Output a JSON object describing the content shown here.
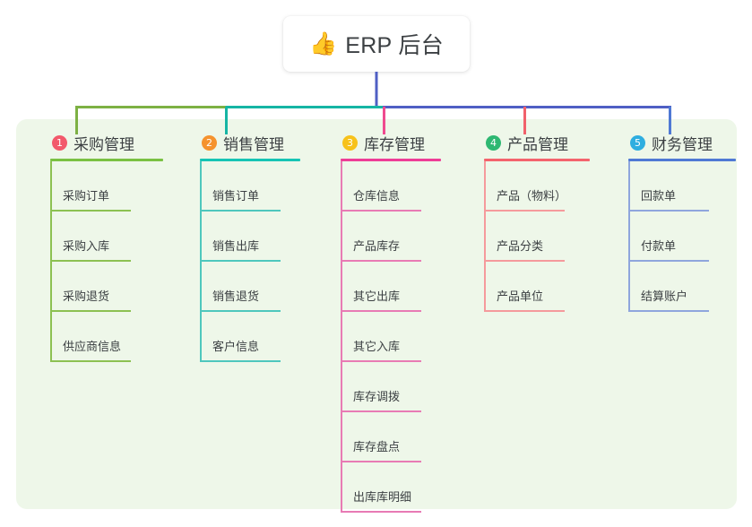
{
  "root": {
    "icon": "thumbs-up-emoji",
    "emoji": "👍",
    "title": "ERP 后台"
  },
  "palette": {
    "panel_bg": "#eef7e9",
    "page_bg": "#ffffff",
    "text": "#3c4043",
    "bus_green": "#7db143",
    "bus_teal": "#16b5a4",
    "bus_blue": "#4f5fc4",
    "drop_green": "#7db143",
    "drop_teal": "#16b5a4",
    "drop_pink": "#ef4a8f",
    "drop_red": "#f1616b",
    "drop_blue": "#4f79d4",
    "root_stem": "#4f5fc4"
  },
  "columns": [
    {
      "index": "1",
      "title": "采购管理",
      "badge_color": "#f2596b",
      "rule_color": "#7ac143",
      "line_color": "#8cc152",
      "leaves": [
        "采购订单",
        "采购入库",
        "采购退货",
        "供应商信息"
      ]
    },
    {
      "index": "2",
      "title": "销售管理",
      "badge_color": "#f5932e",
      "rule_color": "#16c4b4",
      "line_color": "#4ec7bd",
      "leaves": [
        "销售订单",
        "销售出库",
        "销售退货",
        "客户信息"
      ]
    },
    {
      "index": "3",
      "title": "库存管理",
      "badge_color": "#f7c21b",
      "rule_color": "#ee3d96",
      "line_color": "#e87bb4",
      "leaves": [
        "仓库信息",
        "产品库存",
        "其它出库",
        "其它入库",
        "库存调拨",
        "库存盘点",
        "出库库明细"
      ]
    },
    {
      "index": "4",
      "title": "产品管理",
      "badge_color": "#2eb872",
      "rule_color": "#f4646d",
      "line_color": "#f59a9c",
      "leaves": [
        "产品（物料）",
        "产品分类",
        "产品单位"
      ]
    },
    {
      "index": "5",
      "title": "财务管理",
      "badge_color": "#2eaee0",
      "rule_color": "#4f79d4",
      "line_color": "#8fa6dd",
      "leaves": [
        "回款单",
        "付款单",
        "结算账户"
      ]
    }
  ]
}
